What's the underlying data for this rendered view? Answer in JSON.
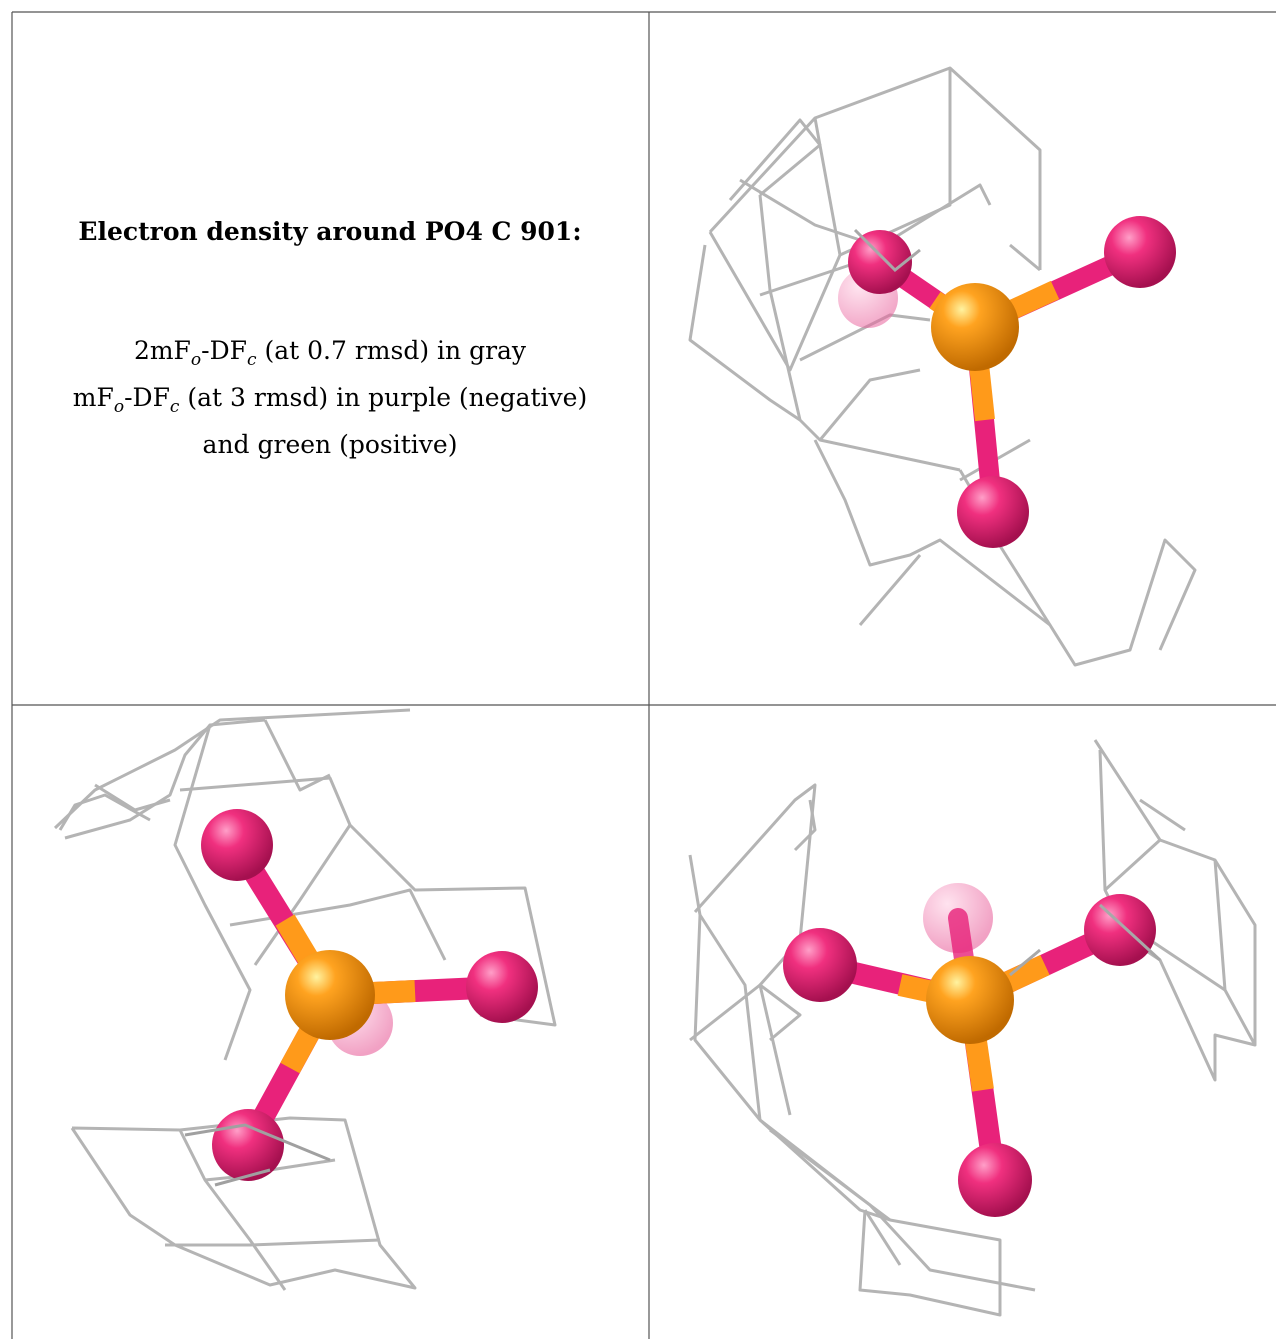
{
  "caption": {
    "title": "Electron density around PO4 C 901:",
    "line1": {
      "a": "2mF",
      "sub1": "o",
      "b": "-DF",
      "sub2": "c",
      "c": " (at 0.7 rmsd) in gray"
    },
    "line2": {
      "a": "mF",
      "sub1": "o",
      "b": "-DF",
      "sub2": "c",
      "c": " (at 3 rmsd) in purple (negative)"
    },
    "line3": "and green (positive)"
  },
  "colors": {
    "phosphorus": "#ff9a1a",
    "oxygen": "#e8227a",
    "mesh": "#b0b0b0",
    "grid_line": "#555555"
  }
}
